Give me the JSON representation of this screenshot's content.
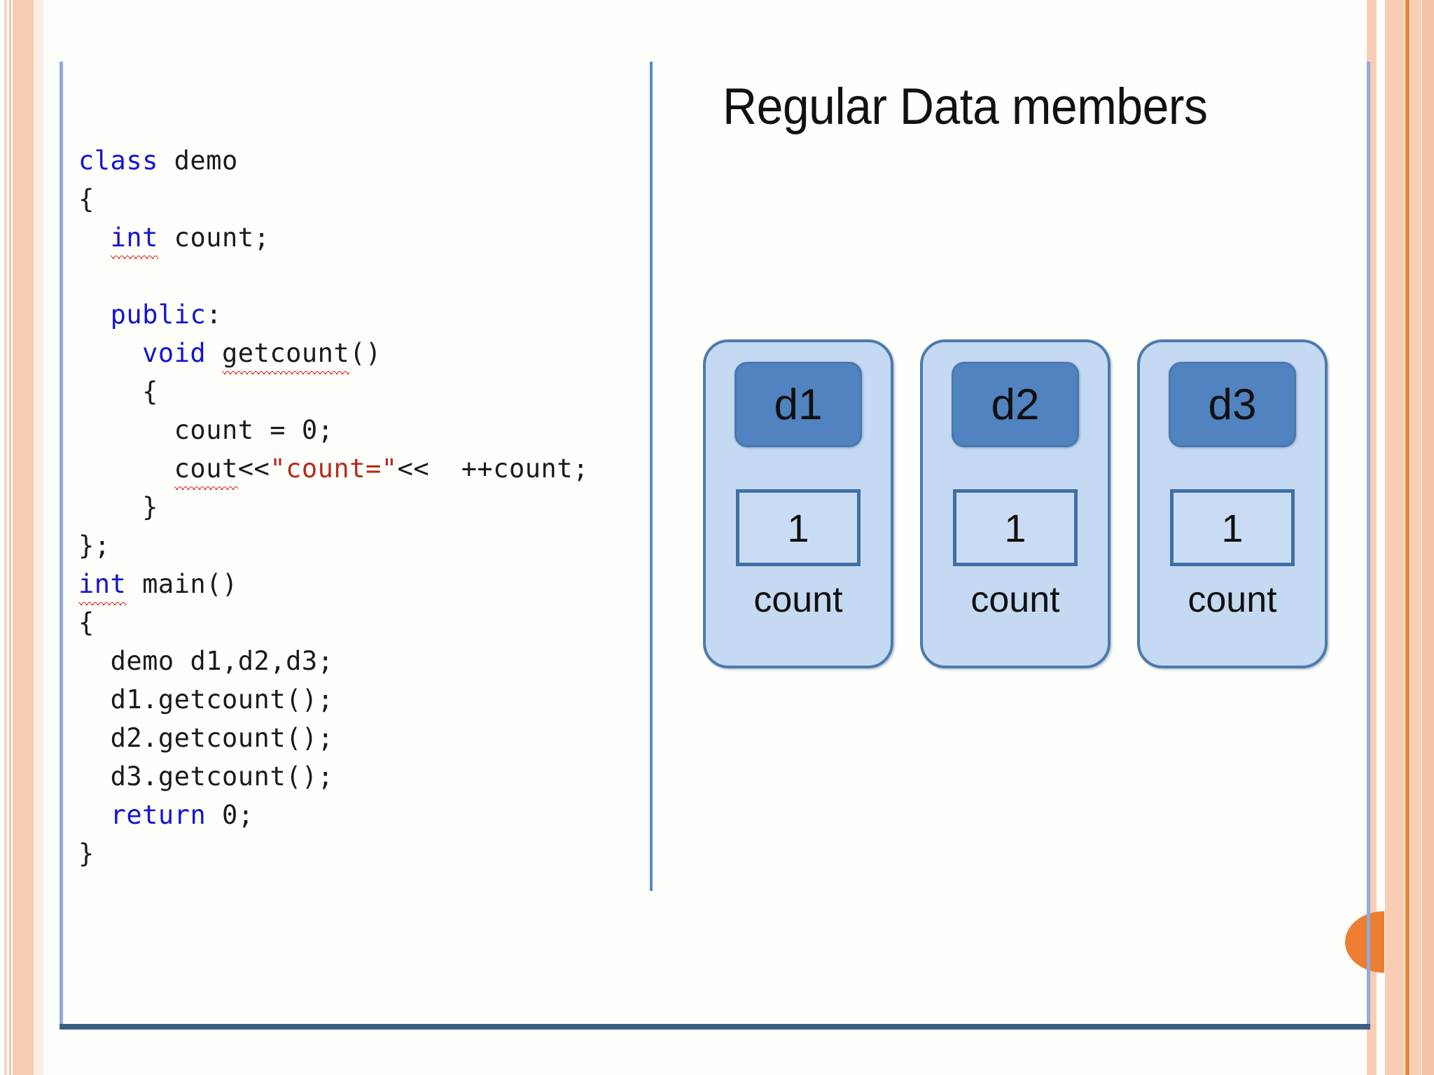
{
  "slide": {
    "background_color": "#fefffb",
    "frame_border_color": "#8faadc",
    "frame_bottom_color": "#3b5d82",
    "divider_color": "#5b8bc6",
    "accent_orange": "#ed7d31",
    "accent_peach": "#f9cdb4"
  },
  "code_pane": {
    "language": "cpp",
    "lines": [
      {
        "id": "l1",
        "indent": 0,
        "tokens": [
          {
            "t": "class ",
            "c": "kw"
          },
          {
            "t": "demo",
            "c": ""
          }
        ]
      },
      {
        "id": "l2",
        "indent": 0,
        "tokens": [
          {
            "t": "{",
            "c": ""
          }
        ]
      },
      {
        "id": "l3",
        "indent": 1,
        "tokens": [
          {
            "t": "int",
            "c": "kw",
            "sq": true
          },
          {
            "t": " count;",
            "c": ""
          }
        ]
      },
      {
        "id": "l4",
        "indent": 0,
        "tokens": [
          {
            "t": "",
            "c": ""
          }
        ]
      },
      {
        "id": "l5",
        "indent": 1,
        "tokens": [
          {
            "t": "public",
            "c": "kw"
          },
          {
            "t": ":",
            "c": ""
          }
        ]
      },
      {
        "id": "l6",
        "indent": 2,
        "tokens": [
          {
            "t": "void",
            "c": "kw"
          },
          {
            "t": " ",
            "c": ""
          },
          {
            "t": "getcount",
            "c": "",
            "sq": true
          },
          {
            "t": "()",
            "c": ""
          }
        ]
      },
      {
        "id": "l7",
        "indent": 2,
        "tokens": [
          {
            "t": "{",
            "c": ""
          }
        ]
      },
      {
        "id": "l8",
        "indent": 3,
        "tokens": [
          {
            "t": "count = 0;",
            "c": ""
          }
        ]
      },
      {
        "id": "l9",
        "indent": 3,
        "tokens": [
          {
            "t": "cout",
            "c": "",
            "sq": true
          },
          {
            "t": "<<",
            "c": ""
          },
          {
            "t": "\"count=\"",
            "c": "str"
          },
          {
            "t": "<<  ++count;",
            "c": ""
          }
        ]
      },
      {
        "id": "l10",
        "indent": 2,
        "tokens": [
          {
            "t": "}",
            "c": ""
          }
        ]
      },
      {
        "id": "l11",
        "indent": 0,
        "tokens": [
          {
            "t": "};",
            "c": ""
          }
        ]
      },
      {
        "id": "l12",
        "indent": 0,
        "tokens": [
          {
            "t": "int",
            "c": "kw",
            "sq": true
          },
          {
            "t": " main()",
            "c": ""
          }
        ]
      },
      {
        "id": "l13",
        "indent": 0,
        "tokens": [
          {
            "t": "{",
            "c": ""
          }
        ]
      },
      {
        "id": "l14",
        "indent": 1,
        "tokens": [
          {
            "t": "demo d1,d2,d3;",
            "c": ""
          }
        ]
      },
      {
        "id": "l15",
        "indent": 1,
        "tokens": [
          {
            "t": "d1.getcount();",
            "c": ""
          }
        ]
      },
      {
        "id": "l16",
        "indent": 1,
        "tokens": [
          {
            "t": "d2.getcount();",
            "c": ""
          }
        ]
      },
      {
        "id": "l17",
        "indent": 1,
        "tokens": [
          {
            "t": "d3.getcount();",
            "c": ""
          }
        ]
      },
      {
        "id": "l18",
        "indent": 1,
        "tokens": [
          {
            "t": "return",
            "c": "kw"
          },
          {
            "t": " 0;",
            "c": ""
          }
        ]
      },
      {
        "id": "l19",
        "indent": 0,
        "tokens": [
          {
            "t": "}",
            "c": ""
          }
        ]
      }
    ],
    "plain_text": "class demo\n{\n  int count;\n\n  public:\n    void getcount()\n    {\n      count = 0;\n      cout<<\"count=\"<<  ++count;\n    }\n};\nint main()\n{\n  demo d1,d2,d3;\n  d1.getcount();\n  d2.getcount();\n  d3.getcount();\n  return 0;\n}"
  },
  "diagram": {
    "title": "Regular Data members",
    "objects": [
      {
        "name": "d1",
        "value": "1",
        "member_label": "count"
      },
      {
        "name": "d2",
        "value": "1",
        "member_label": "count"
      },
      {
        "name": "d3",
        "value": "1",
        "member_label": "count"
      }
    ]
  }
}
